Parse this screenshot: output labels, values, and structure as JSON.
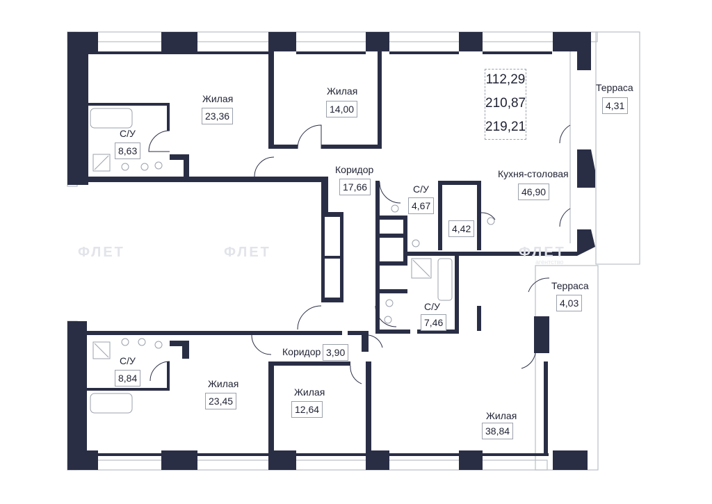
{
  "colors": {
    "wall": "#2a2e45",
    "thin_line": "#b9bdc6",
    "text": "#1f2233"
  },
  "totals": {
    "living_area": "112,29",
    "total_area": "210,87",
    "area_with_terraces": "219,21"
  },
  "rooms": {
    "living_nw": {
      "name": "Жилая",
      "area": "23,36"
    },
    "living_n": {
      "name": "Жилая",
      "area": "14,00"
    },
    "bath_nw": {
      "name": "С/У",
      "area": "8,63"
    },
    "terrace_ne": {
      "name": "Терраса",
      "area": "4,31"
    },
    "corridor_main": {
      "name": "Коридор",
      "area": "17,66"
    },
    "bath_c": {
      "name": "С/У",
      "area": "4,67"
    },
    "closet": {
      "area": "4,42"
    },
    "kitchen": {
      "name": "Кухня-столовая",
      "area": "46,90"
    },
    "terrace_e": {
      "name": "Терраса",
      "area": "4,03"
    },
    "bath_c2": {
      "name": "С/У",
      "area": "7,46"
    },
    "bath_sw": {
      "name": "С/У",
      "area": "8,84"
    },
    "corridor_s": {
      "name": "Коридор",
      "area": "3,90"
    },
    "living_sw": {
      "name": "Жилая",
      "area": "23,45"
    },
    "living_s": {
      "name": "Жилая",
      "area": "12,64"
    },
    "living_se": {
      "name": "Жилая",
      "area": "38,84"
    }
  },
  "watermark": {
    "brand": "ФЛЕТ",
    "tagline": "агентство"
  }
}
